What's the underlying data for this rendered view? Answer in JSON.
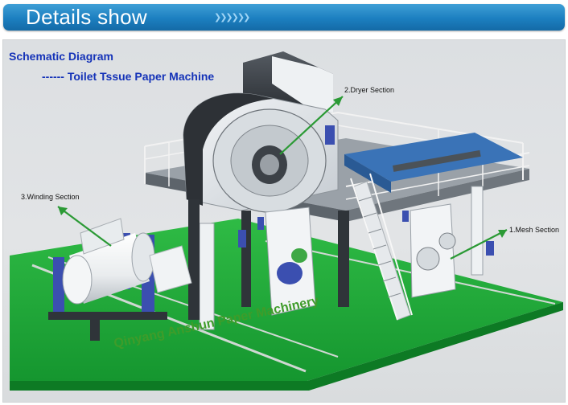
{
  "header": {
    "title": "Details show"
  },
  "diagram": {
    "title": "Schematic Diagram",
    "subtitle": "------ Toilet Tssue Paper Machine",
    "sections": {
      "dryer": "2.Dryer Section",
      "winding": "3.Winding Section",
      "mesh": "1.Mesh Section"
    },
    "company": "Qinyang Anshun Paper Machinery"
  },
  "colors": {
    "banner": "#1c7fc0",
    "title_text": "#1533b8",
    "floor": "#1fa83a",
    "arrow": "#2b9a35",
    "machine_blue": "#3b4fb0",
    "felt_blue": "#3a73b7"
  }
}
